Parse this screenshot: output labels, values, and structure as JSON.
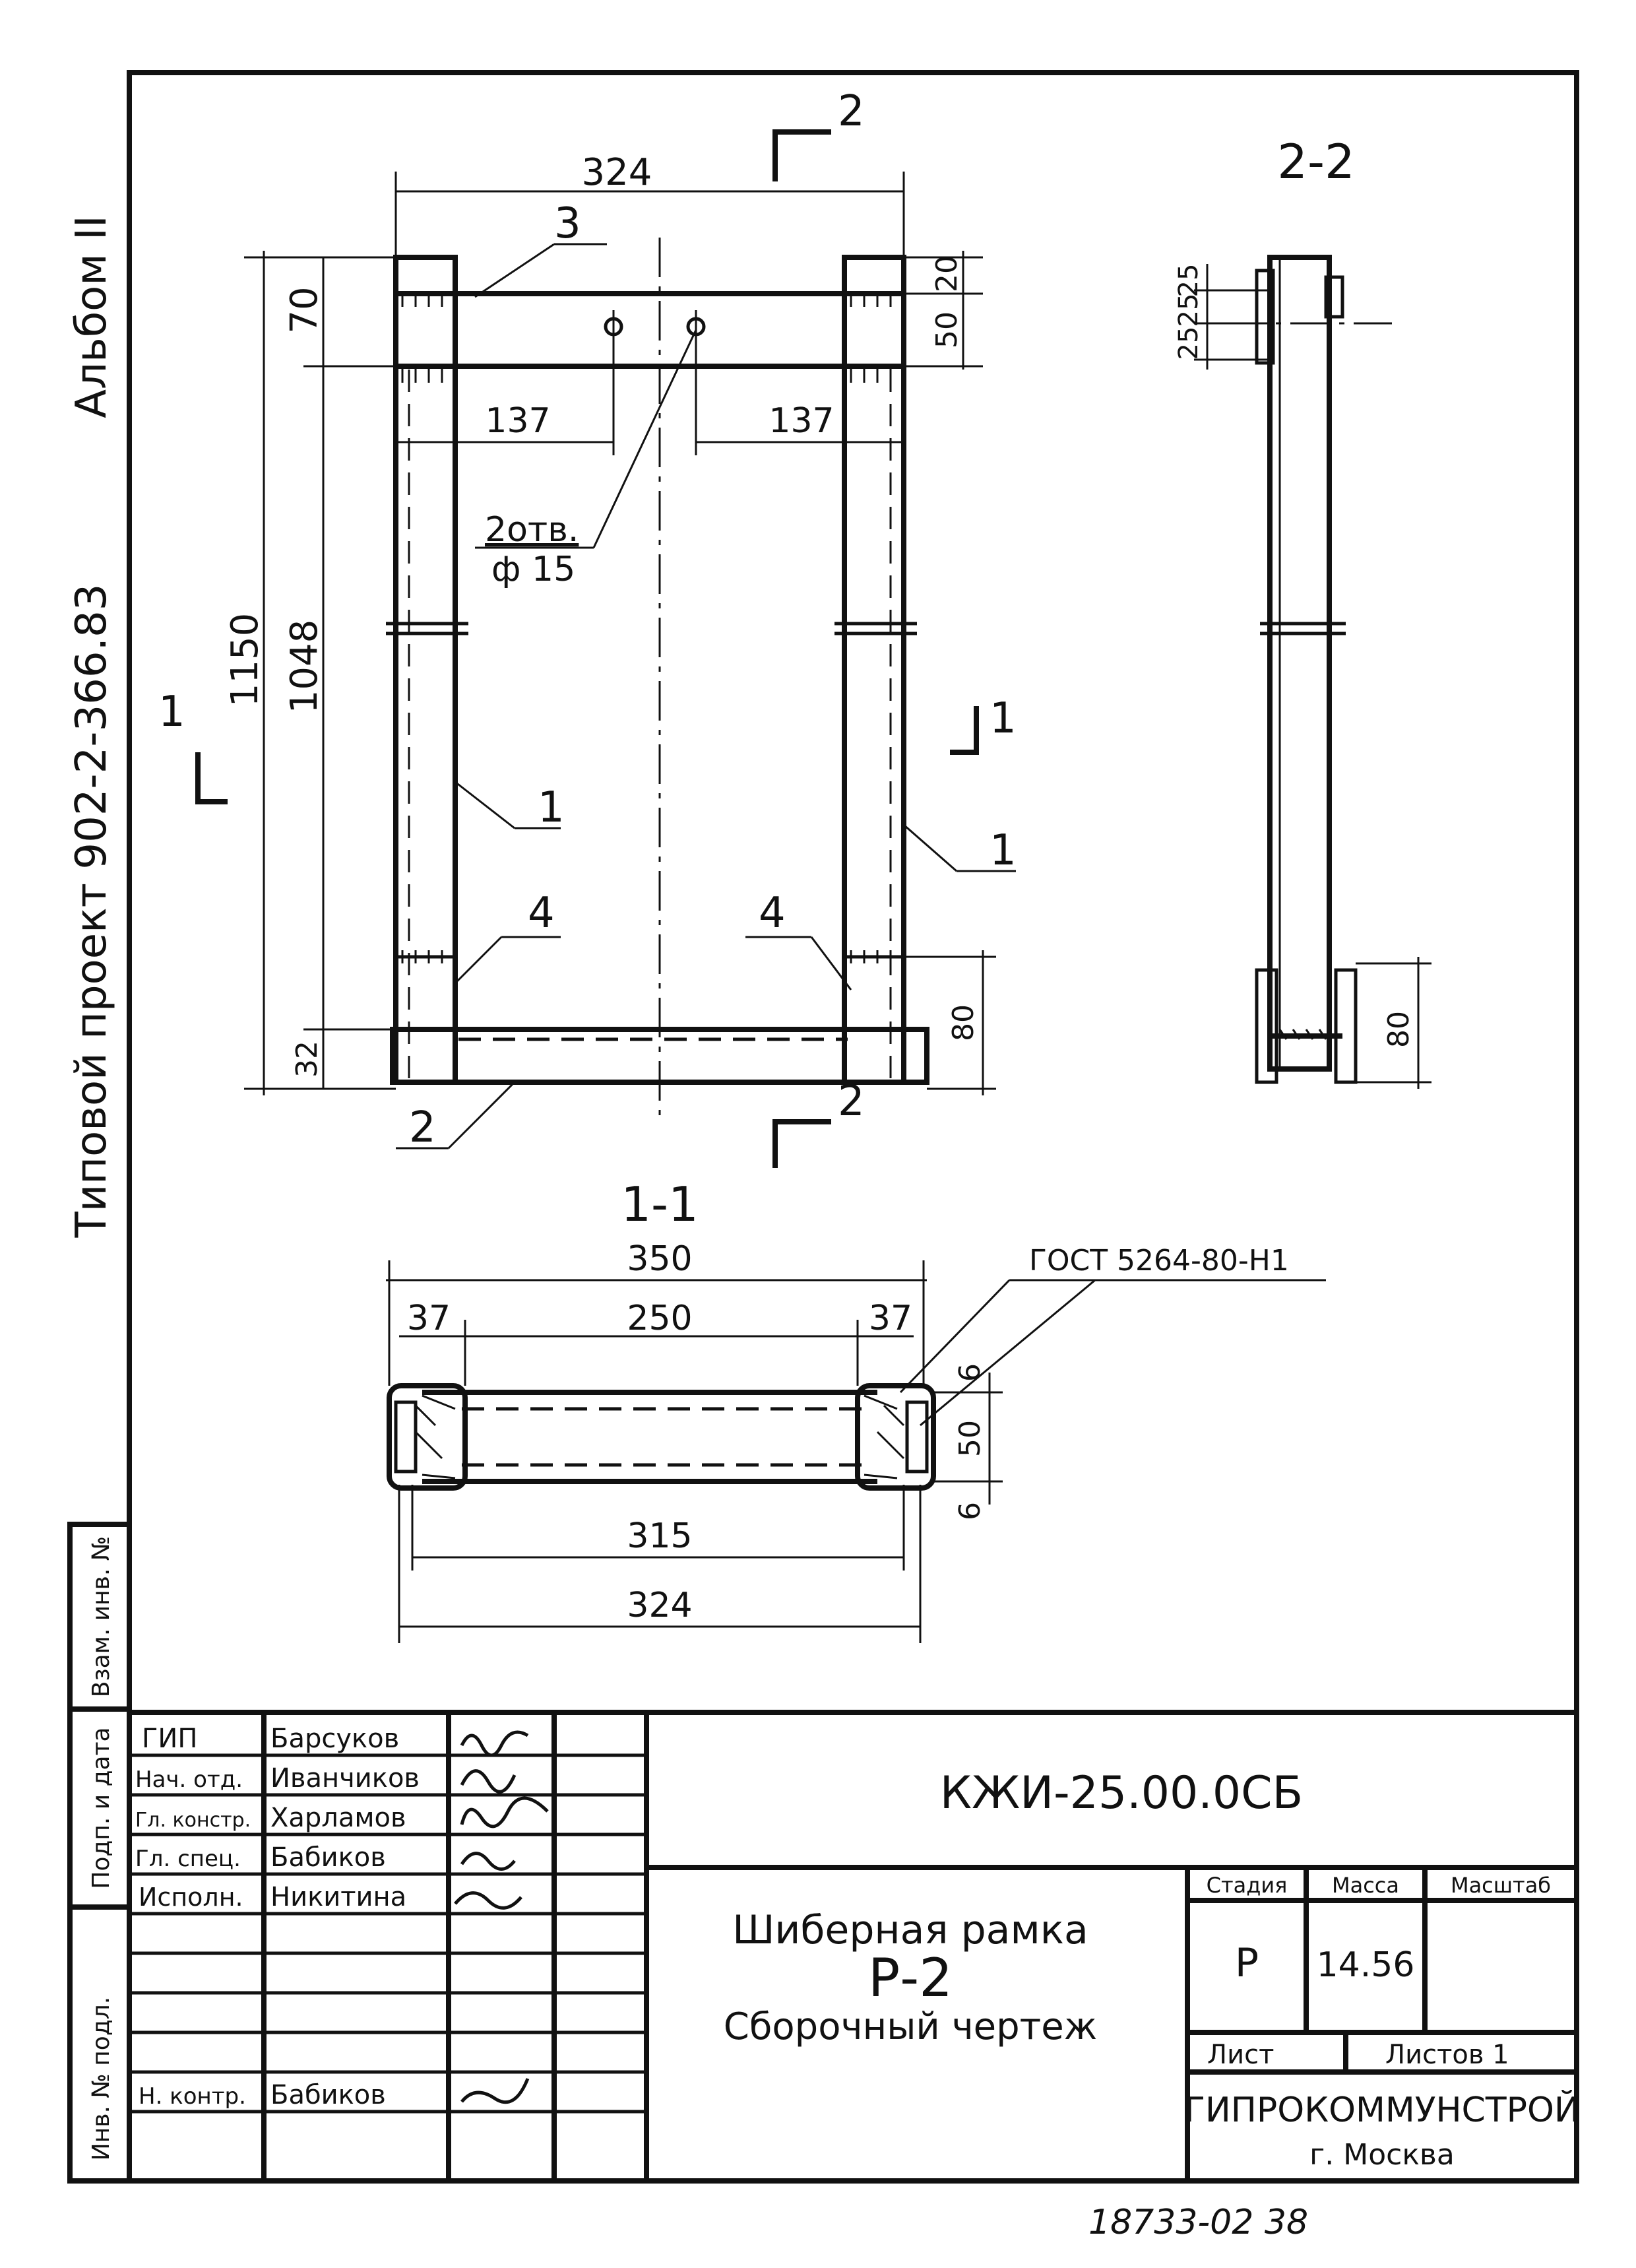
{
  "side_captions": {
    "album": "Альбом II",
    "project": "Типовой проект 902-2-366.83"
  },
  "views": {
    "front": {
      "overall_width": "324",
      "overall_height": "1150",
      "inner_height": "1048",
      "top_offset": "70",
      "top_band_20": "20",
      "top_band_50": "50",
      "offset_left": "137",
      "offset_right": "137",
      "holes_label": "2отв.",
      "holes_diameter": "ф 15",
      "bottom_height": "32",
      "bottom_right_height": "80",
      "parts": [
        "1",
        "1",
        "2",
        "3",
        "4",
        "4"
      ],
      "section_1_left": "1",
      "section_1_right": "1",
      "section_2_top": "2",
      "section_2_bottom": "2"
    },
    "section_2_2": {
      "title": "2-2",
      "dim_a": "25",
      "dim_b": "25",
      "dim_c": "25",
      "dim_bottom": "80"
    },
    "section_1_1": {
      "title": "1-1",
      "overall_width": "350",
      "flange_left": "37",
      "middle": "250",
      "flange_right": "37",
      "inner_width": "315",
      "outer_width": "324",
      "thickness_top": "6",
      "height": "50",
      "thickness_bottom": "6",
      "weld_note": "ГОСТ 5264-80-Н1"
    }
  },
  "left_strip": {
    "labels": [
      "Инв. № подл.",
      "Подп. и дата",
      "Взам. инв. №"
    ]
  },
  "title_block": {
    "rows": [
      {
        "role": "ГИП",
        "name": "Барсуков"
      },
      {
        "role": "Нач. отд.",
        "name": "Иванчиков"
      },
      {
        "role": "Гл. констр.",
        "name": "Харламов"
      },
      {
        "role": "Гл. спец.",
        "name": "Бабиков"
      },
      {
        "role": "Исполн.",
        "name": "Никитина"
      },
      {
        "role": "Н. контр.",
        "name": "Бабиков"
      }
    ],
    "document_code": "КЖИ-25.00.0СБ",
    "drawing_title": "Шиберная рамка",
    "drawing_mark": "Р-2",
    "drawing_subtitle": "Сборочный чертеж",
    "col_stage": "Стадия",
    "col_mass": "Масса",
    "col_scale": "Масштаб",
    "stage_value": "Р",
    "mass_value": "14.56",
    "sheet_label": "Лист",
    "sheets_label": "Листов 1",
    "organization": "ГИПРОКОММУНСТРОЙ",
    "city": "г. Москва"
  },
  "footer_note": "18733-02   38"
}
